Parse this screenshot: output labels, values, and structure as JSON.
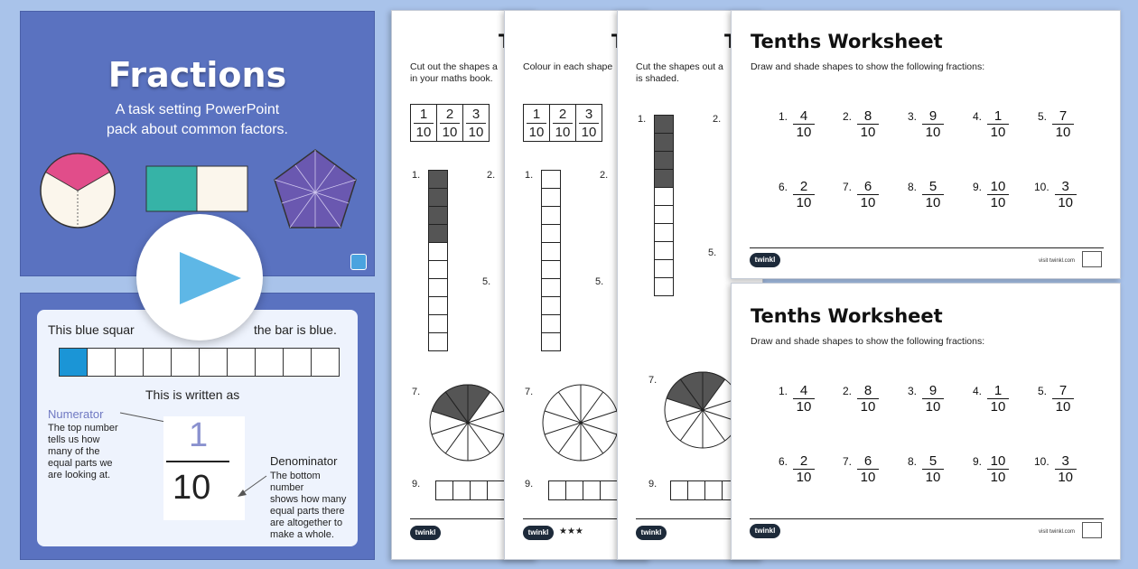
{
  "slide1": {
    "title": "Fractions",
    "subtitle_line1": "A task setting PowerPoint",
    "subtitle_line2": "pack about common factors."
  },
  "slide2": {
    "sentence_left": "This blue squar",
    "sentence_right": "the bar is blue.",
    "written_as": "This is written as",
    "numerator_label": "Numerator",
    "numerator_desc": [
      "The top number",
      "tells us how",
      "many of the",
      "equal parts we",
      "are looking at."
    ],
    "denominator_label": "Denominator",
    "denominator_desc": [
      "The bottom number",
      "shows how many",
      "equal parts there",
      "are altogether to",
      "make a whole."
    ],
    "frac_top": "1",
    "frac_bottom": "10"
  },
  "sheet1": {
    "title_partial": "T",
    "instr_line1": "Cut out the shapes a",
    "instr_line2": "in your maths book.",
    "fractions": [
      [
        "1",
        "10"
      ],
      [
        "2",
        "10"
      ],
      [
        "3",
        "10"
      ]
    ],
    "q1": "1.",
    "q2": "2.",
    "q5": "5.",
    "q7": "7.",
    "q9": "9.",
    "logo": "twinkl"
  },
  "sheet2": {
    "title_partial": "T",
    "instr_line1": "Colour in each shape",
    "fractions": [
      [
        "1",
        "10"
      ],
      [
        "2",
        "10"
      ],
      [
        "3",
        "10"
      ]
    ],
    "q1": "1.",
    "q2": "2.",
    "q5": "5.",
    "q7": "7.",
    "q9": "9.",
    "logo": "twinkl",
    "stars": "★★★"
  },
  "sheet3": {
    "title_partial": "T",
    "instr_line1": "Cut the shapes out a",
    "instr_line2": "is shaded.",
    "q1": "1.",
    "q2": "2.",
    "q5": "5.",
    "q7": "7.",
    "q9": "9.",
    "logo": "twinkl"
  },
  "tenths": {
    "title": "Tenths Worksheet",
    "instruction": "Draw and shade shapes to show the following fractions:",
    "questions": [
      {
        "n": "1.",
        "num": "4",
        "den": "10"
      },
      {
        "n": "2.",
        "num": "8",
        "den": "10"
      },
      {
        "n": "3.",
        "num": "9",
        "den": "10"
      },
      {
        "n": "4.",
        "num": "1",
        "den": "10"
      },
      {
        "n": "5.",
        "num": "7",
        "den": "10"
      },
      {
        "n": "6.",
        "num": "2",
        "den": "10"
      },
      {
        "n": "7.",
        "num": "6",
        "den": "10"
      },
      {
        "n": "8.",
        "num": "5",
        "den": "10"
      },
      {
        "n": "9.",
        "num": "10",
        "den": "10"
      },
      {
        "n": "10.",
        "num": "3",
        "den": "10"
      }
    ],
    "logo": "twinkl",
    "site": "visit twinkl.com"
  }
}
